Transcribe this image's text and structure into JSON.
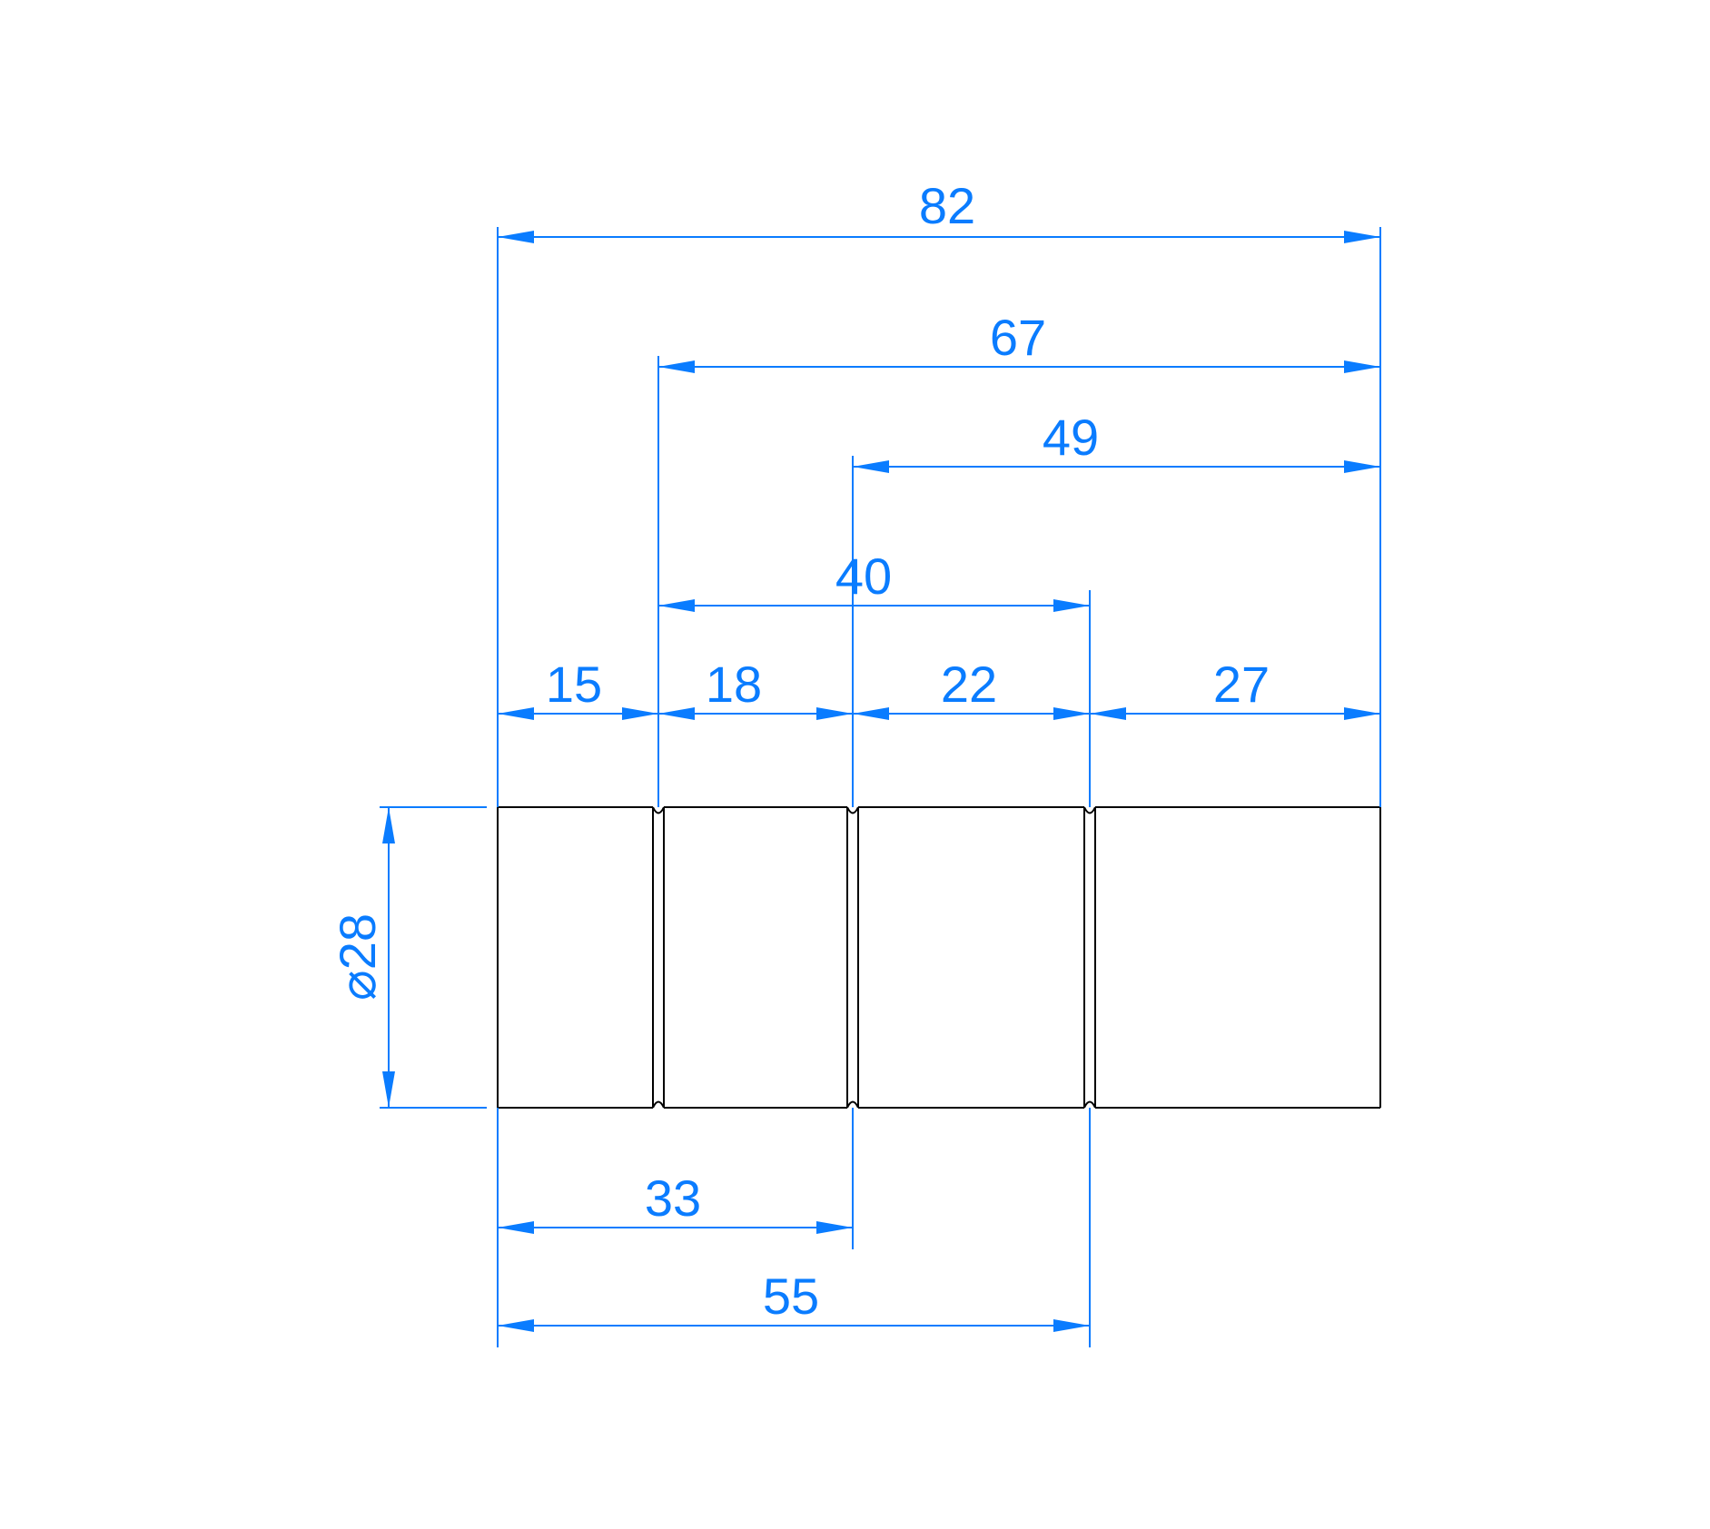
{
  "colors": {
    "dimension": "#0a7cff",
    "outline": "#000000",
    "background": "#ffffff"
  },
  "part": {
    "diameter_label": "⌀28",
    "diameter": 28,
    "total_length": 82,
    "segment_lengths": [
      15,
      18,
      22,
      27
    ]
  },
  "dimensions": {
    "overall": "82",
    "from_groove1": "67",
    "from_groove2": "49",
    "groove1_to_groove3": "40",
    "seg1": "15",
    "seg2": "18",
    "seg3": "22",
    "seg4": "27",
    "to_groove2": "33",
    "to_groove3": "55"
  }
}
